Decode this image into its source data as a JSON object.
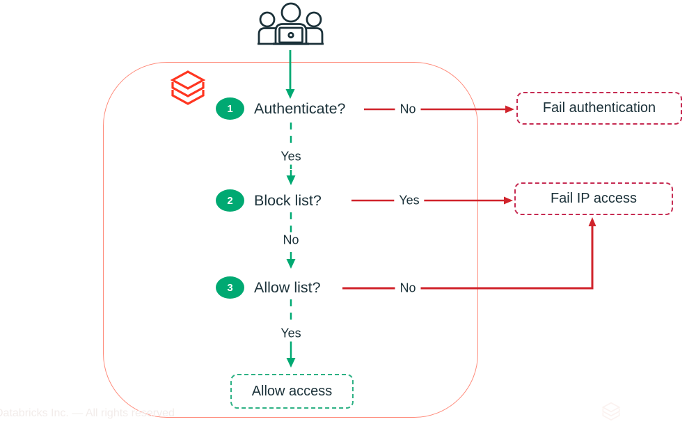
{
  "steps": [
    {
      "number": "1",
      "question": "Authenticate?",
      "fail_label": "No",
      "next_label": "Yes"
    },
    {
      "number": "2",
      "question": "Block list?",
      "fail_label": "Yes",
      "next_label": "No"
    },
    {
      "number": "3",
      "question": "Allow list?",
      "fail_label": "No",
      "next_label": "Yes"
    }
  ],
  "outcomes": {
    "fail_auth": "Fail authentication",
    "fail_ip": "Fail IP access",
    "allow": "Allow access"
  },
  "icons": {
    "actor": "users-at-laptop-icon",
    "brand": "databricks-logo-icon",
    "corner_brand": "databricks-logo-watermark"
  },
  "colors": {
    "green": "#00A972",
    "red_arrow": "#D0232B",
    "fail_box_border": "#C62B52",
    "allow_box_border": "#2DB184",
    "container_border": "#FF8B7B",
    "text": "#1B3139",
    "brand_red": "#FF3621"
  },
  "watermark": "Databricks Inc. — All rights reserved"
}
